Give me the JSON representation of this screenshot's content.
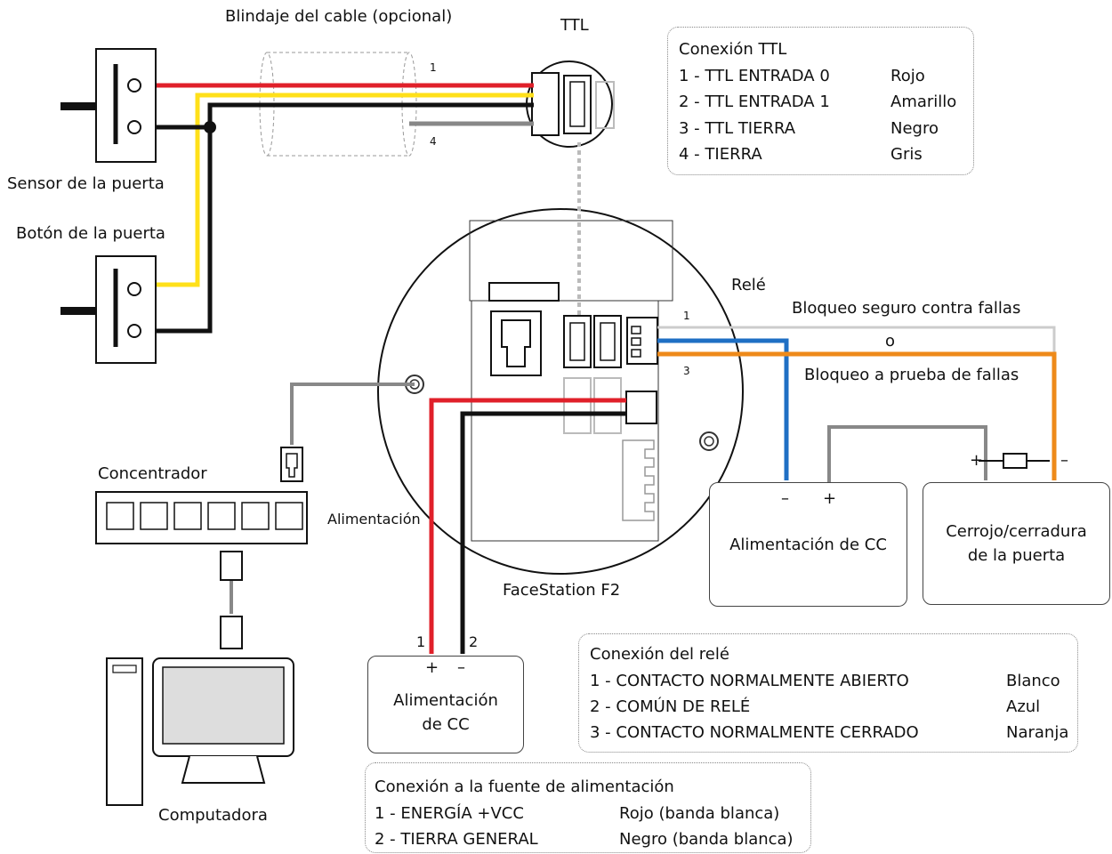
{
  "labels": {
    "shield": "Blindaje del cable (opcional)",
    "ttl": "TTL",
    "door_sensor": "Sensor de la puerta",
    "door_button": "Botón de la puerta",
    "hub": "Concentrador",
    "power_small": "Alimentación",
    "computer": "Computadora",
    "device": "FaceStation F2",
    "relay": "Relé",
    "fail_secure": "Bloqueo seguro contra fallas",
    "or": "o",
    "fail_safe": "Bloqueo a prueba de fallas",
    "wire1_ttl": "1",
    "wire4_ttl": "4",
    "wire1_relay": "1",
    "wire3_relay": "3",
    "wire1_power": "1",
    "wire2_power": "2"
  },
  "boxes": {
    "dc_power_relay": "Alimentación de CC",
    "dc_power_relay_minus": "–",
    "dc_power_relay_plus": "+",
    "door_lock": "Cerrojo/cerradura de la puerta",
    "door_lock_plus": "+",
    "door_lock_minus": "–",
    "dc_power_main": "Alimentación de CC",
    "dc_power_main_plus": "+",
    "dc_power_main_minus": "–"
  },
  "ttl_legend": {
    "title": "Conexión TTL",
    "rows": [
      {
        "pin": "1 - TTL ENTRADA 0",
        "color": "Rojo"
      },
      {
        "pin": "2 - TTL ENTRADA 1",
        "color": "Amarillo"
      },
      {
        "pin": "3 - TTL TIERRA",
        "color": "Negro"
      },
      {
        "pin": "4 - TIERRA",
        "color": "Gris"
      }
    ]
  },
  "relay_legend": {
    "title": "Conexión del relé",
    "rows": [
      {
        "pin": "1 - CONTACTO NORMALMENTE ABIERTO",
        "color": "Blanco"
      },
      {
        "pin": "2 - COMÚN DE RELÉ",
        "color": "Azul"
      },
      {
        "pin": "3 - CONTACTO NORMALMENTE CERRADO",
        "color": "Naranja"
      }
    ]
  },
  "power_legend": {
    "title": "Conexión a la fuente de alimentación",
    "rows": [
      {
        "pin": "1 - ENERGÍA +VCC",
        "color": "Rojo (banda blanca)"
      },
      {
        "pin": "2 - TIERRA GENERAL",
        "color": "Negro (banda blanca)"
      }
    ]
  },
  "colors": {
    "red": "#e0202a",
    "yellow": "#ffe01a",
    "black": "#111111",
    "gray": "#888888",
    "blue": "#1f6fc4",
    "orange": "#ee8a1a"
  }
}
